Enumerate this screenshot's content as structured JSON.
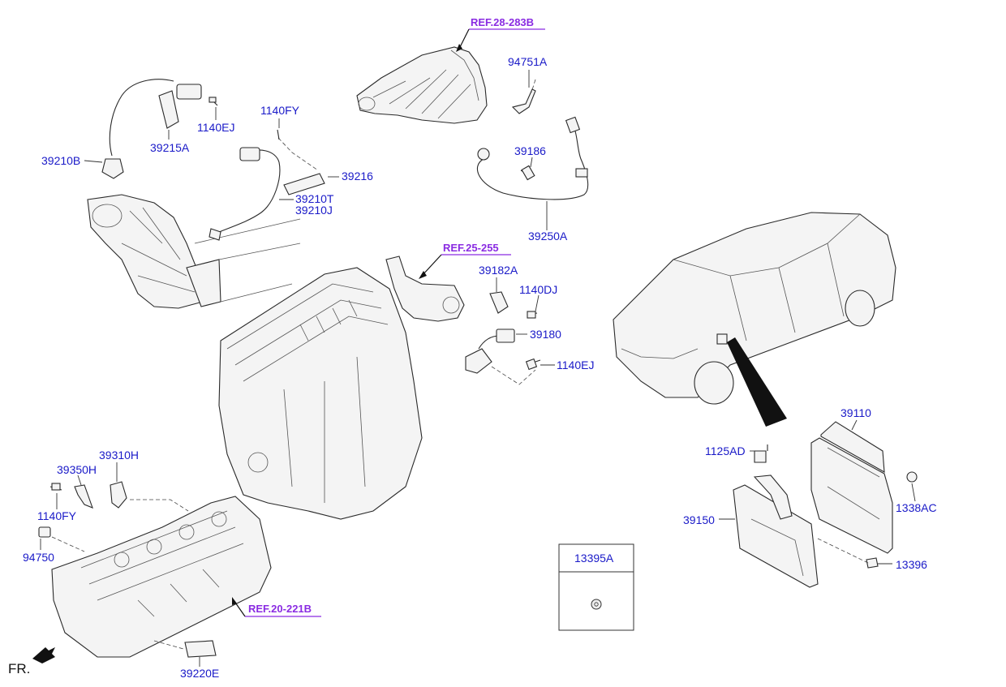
{
  "labels": {
    "p39210B": "39210B",
    "p39215A": "39215A",
    "p1140EJ_top": "1140EJ",
    "p1140FY_top": "1140FY",
    "p39216": "39216",
    "p39210T": "39210T",
    "p39210J": "39210J",
    "p94751A": "94751A",
    "p39186": "39186",
    "p39250A": "39250A",
    "p39182A": "39182A",
    "p1140DJ": "1140DJ",
    "p39180": "39180",
    "p1140EJ_mid": "1140EJ",
    "p39110": "39110",
    "p1125AD": "1125AD",
    "p1338AC": "1338AC",
    "p39150": "39150",
    "p13396": "13396",
    "p13395A": "13395A",
    "p39310H": "39310H",
    "p39350H": "39350H",
    "p1140FY_bot": "1140FY",
    "p94750": "94750",
    "p39220E": "39220E"
  },
  "refs": {
    "r28": "REF.28-283B",
    "r25": "REF.25-255",
    "r20": "REF.20-221B"
  },
  "direction": "FR.",
  "colors": {
    "part_label": "#1a1ac8",
    "ref_label": "#8a2be2",
    "line": "#2a2a2a"
  }
}
